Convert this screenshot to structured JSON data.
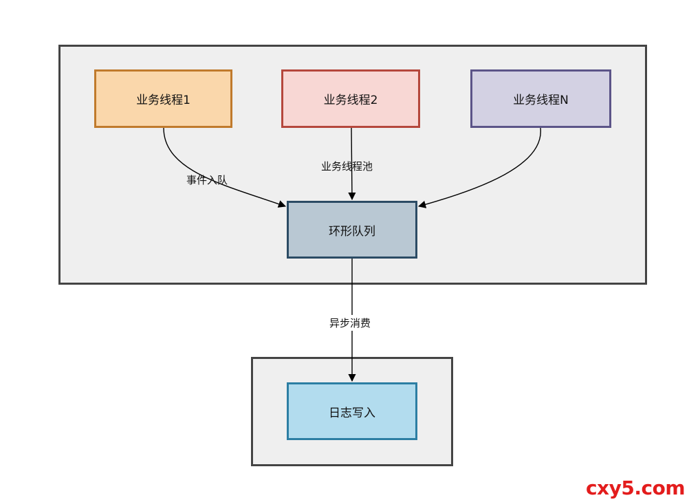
{
  "diagram": {
    "nodes": {
      "thread_1": "业务线程1",
      "thread_2": "业务线程2",
      "thread_n": "业务线程N",
      "ring_queue": "环形队列",
      "log_write": "日志写入"
    },
    "edge_labels": {
      "enqueue": "事件入队",
      "thread_pool": "业务线程池",
      "async_consume": "异步消费"
    },
    "colors": {
      "thread_1_fill": "#fad7ab",
      "thread_2_fill": "#f8d7d4",
      "thread_n_fill": "#d3d1e3",
      "ring_queue_fill": "#b9c8d3",
      "log_write_fill": "#b2dcee",
      "group_fill": "#efefef"
    }
  },
  "watermark": "cxy5.com"
}
